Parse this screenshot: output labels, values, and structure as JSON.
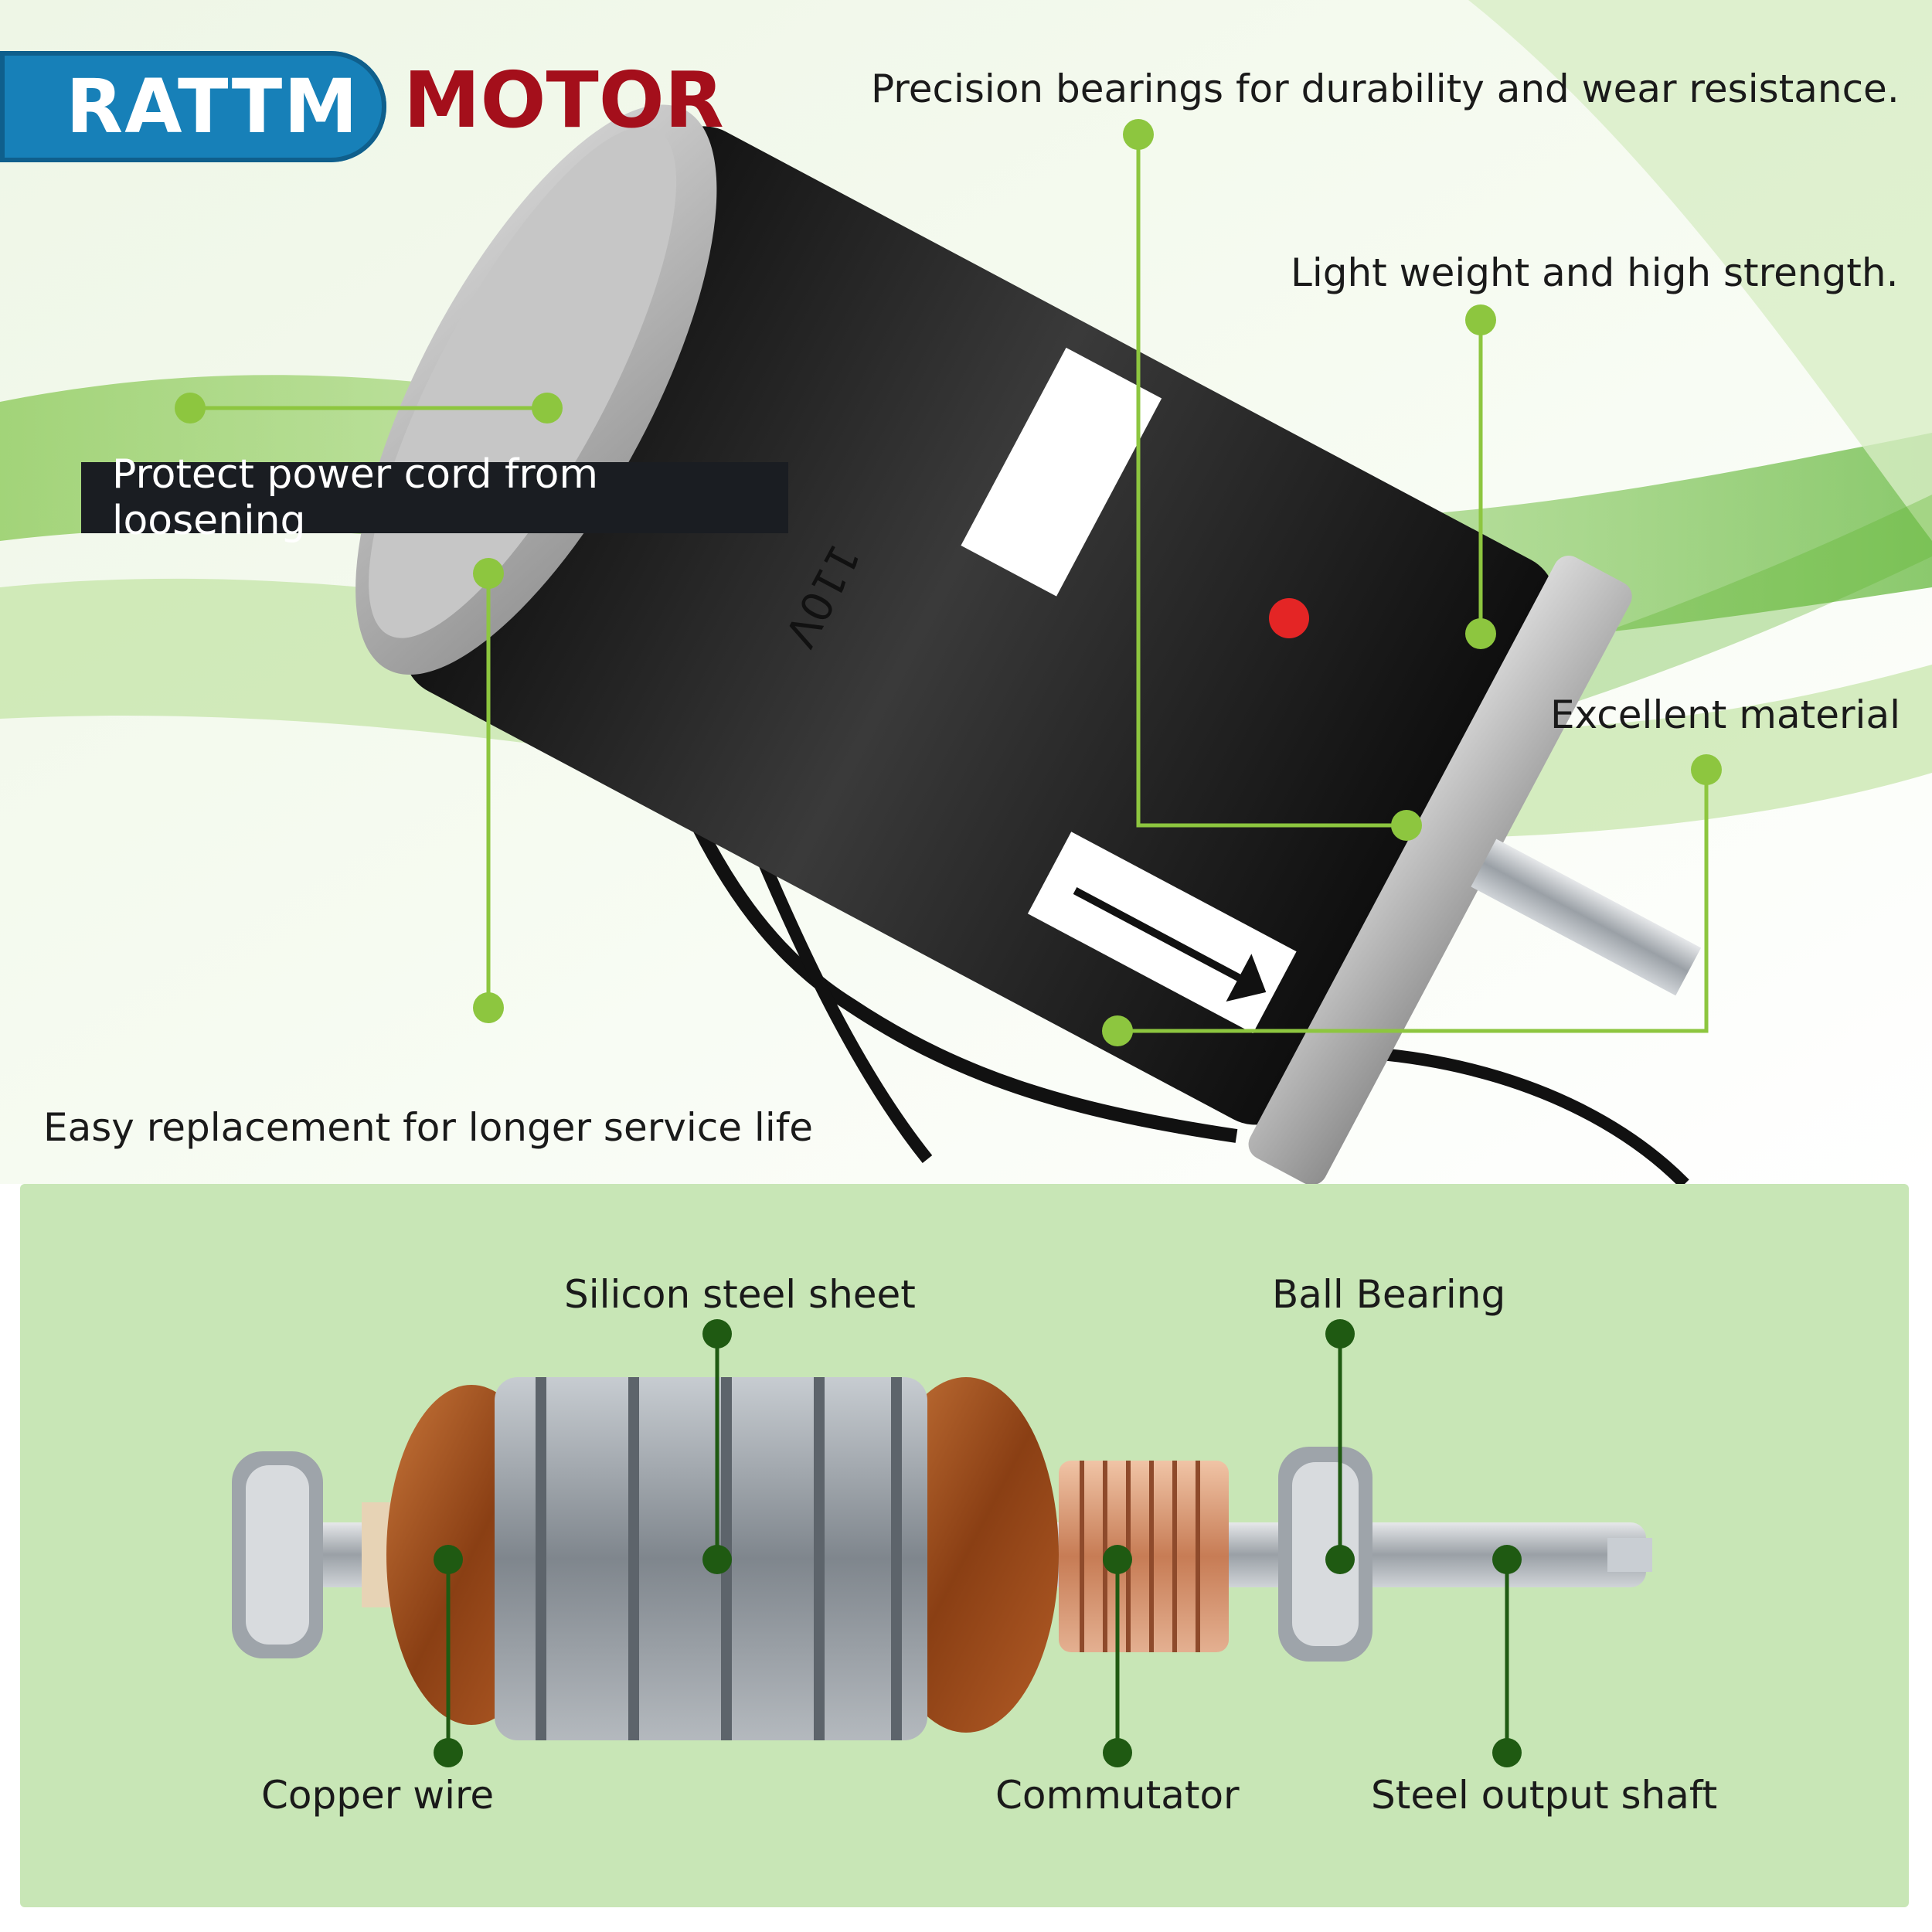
{
  "brand": {
    "left": "RATTM",
    "right": "MOTOR"
  },
  "motor_label": "110V",
  "features": {
    "bearings": "Precision bearings for durability and wear resistance.",
    "weight": "Light weight and high strength.",
    "cord": "Protect power cord from loosening",
    "material": "Excellent material",
    "replacement": "Easy replacement for longer service life"
  },
  "armature": {
    "silicon": "Silicon steel sheet",
    "bearing": "Ball Bearing",
    "copper": "Copper wire",
    "commutator": "Commutator",
    "shaft": "Steel output shaft"
  },
  "colors": {
    "brand_blue": "#1780b8",
    "brand_red": "#a40f1b",
    "callout_green": "#8dc63f",
    "panel_green": "#c8e6b6",
    "marker_dark_green": "#1f5a12"
  }
}
